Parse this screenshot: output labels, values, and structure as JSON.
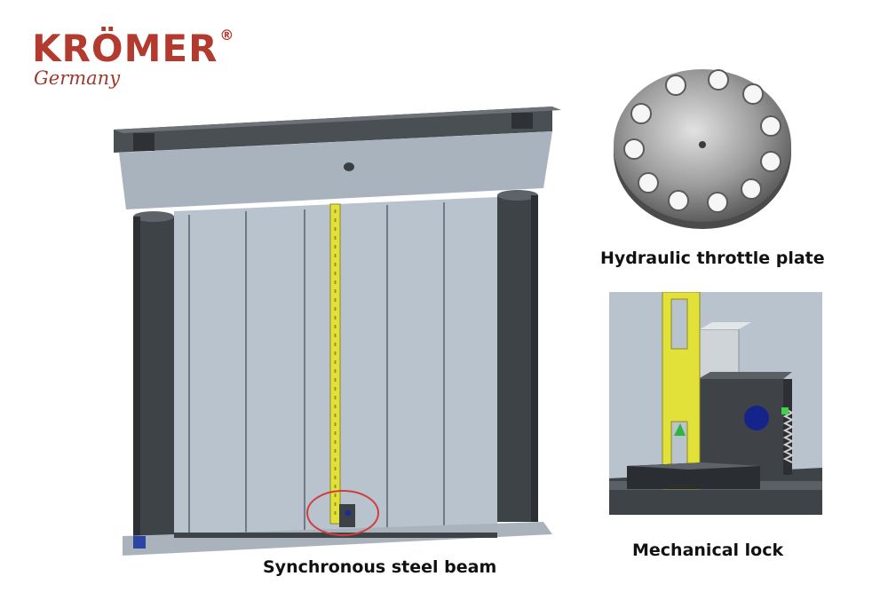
{
  "brand": {
    "name": "KRÖMER",
    "registered_mark": "®",
    "tagline": "Germany",
    "color": "#b23a2e"
  },
  "captions": {
    "main_image": "Synchronous steel beam",
    "throttle_plate": "Hydraulic throttle plate",
    "lock": "Mechanical lock"
  },
  "colors": {
    "frame_panel": "#b9c3cd",
    "steel_dark": "#3e4347",
    "beam_yellow": "#e2e13a",
    "highlight_circle": "#d23c3c"
  }
}
